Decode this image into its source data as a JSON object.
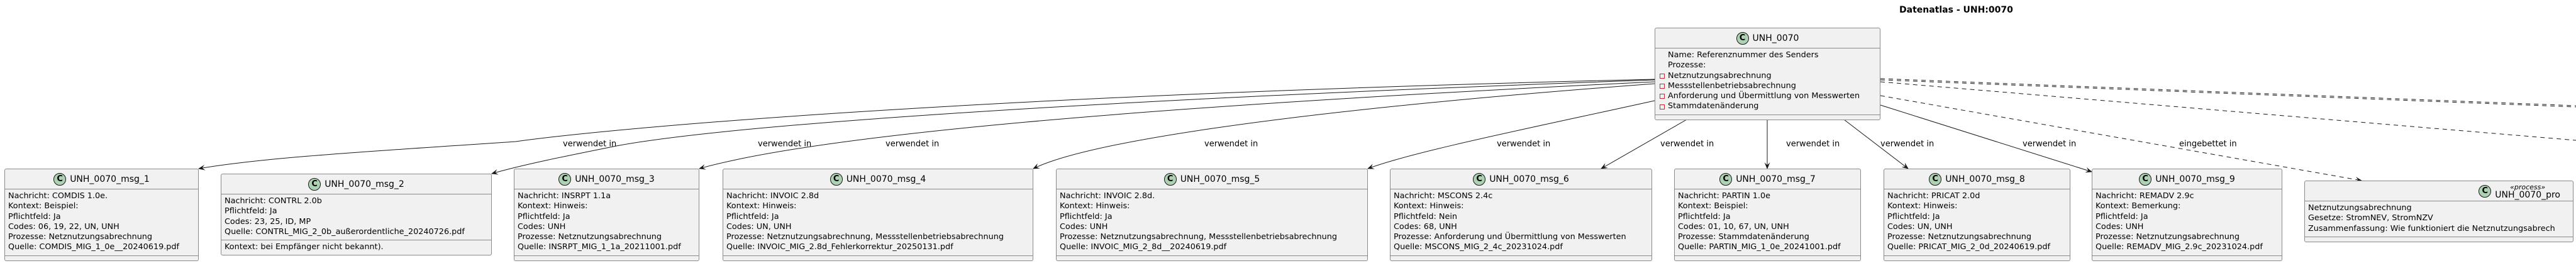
{
  "title": "Datenatlas - UNH:0070",
  "main": {
    "title": "UNH_0070",
    "fields": [
      "Name: Referenznummer des Senders",
      "Prozesse:"
    ],
    "processes": [
      "Netznutzungsabrechnung",
      "Messstellenbetriebsabrechnung",
      "Anforderung und Übermittlung von Messwerten",
      "Stammdatenänderung"
    ]
  },
  "messages": [
    {
      "title": "UNH_0070_msg_1",
      "lines": [
        "Nachricht: COMDIS 1.0e.",
        "Kontext: Beispiel:",
        "Pflichtfeld: Ja",
        "Codes: 06, 19, 22, UN, UNH",
        "Prozesse: Netznutzungsabrechnung",
        "Quelle: COMDIS_MIG_1_0e__20240619.pdf"
      ],
      "extra": []
    },
    {
      "title": "UNH_0070_msg_2",
      "lines": [
        "Nachricht: CONTRL 2.0b",
        "Pflichtfeld: Ja",
        "Codes: 23, 25, ID, MP",
        "Quelle: CONTRL_MIG_2_0b_außerordentliche_20240726.pdf"
      ],
      "extra": [
        "Kontext: bei Empfänger nicht bekannt)."
      ]
    },
    {
      "title": "UNH_0070_msg_3",
      "lines": [
        "Nachricht: INSRPT 1.1a",
        "Kontext: Hinweis:",
        "Pflichtfeld: Ja",
        "Codes: UNH",
        "Prozesse: Netznutzungsabrechnung",
        "Quelle: INSRPT_MIG_1_1a_20211001.pdf"
      ],
      "extra": []
    },
    {
      "title": "UNH_0070_msg_4",
      "lines": [
        "Nachricht: INVOIC 2.8d",
        "Kontext: Hinweis:",
        "Pflichtfeld: Ja",
        "Codes: UN, UNH",
        "Prozesse: Netznutzungsabrechnung, Messstellenbetriebsabrechnung",
        "Quelle: INVOIC_MIG_2.8d_Fehlerkorrektur_20250131.pdf"
      ],
      "extra": []
    },
    {
      "title": "UNH_0070_msg_5",
      "lines": [
        "Nachricht: INVOIC 2.8d.",
        "Kontext: Hinweis:",
        "Pflichtfeld: Ja",
        "Codes: UNH",
        "Prozesse: Netznutzungsabrechnung, Messstellenbetriebsabrechnung",
        "Quelle: INVOIC_MIG_2_8d__20240619.pdf"
      ],
      "extra": []
    },
    {
      "title": "UNH_0070_msg_6",
      "lines": [
        "Nachricht: MSCONS 2.4c",
        "Kontext: Hinweis:",
        "Pflichtfeld: Nein",
        "Codes: 68, UNH",
        "Prozesse: Anforderung und Übermittlung von Messwerten",
        "Quelle: MSCONS_MIG_2_4c_20231024.pdf"
      ],
      "extra": []
    },
    {
      "title": "UNH_0070_msg_7",
      "lines": [
        "Nachricht: PARTIN 1.0e",
        "Kontext: Beispiel:",
        "Pflichtfeld: Ja",
        "Codes: 01, 10, 67, UN, UNH",
        "Prozesse: Stammdatenänderung",
        "Quelle: PARTIN_MIG_1_0e_20241001.pdf"
      ],
      "extra": []
    },
    {
      "title": "UNH_0070_msg_8",
      "lines": [
        "Nachricht: PRICAT 2.0d",
        "Kontext: Hinweis:",
        "Pflichtfeld: Ja",
        "Codes: UN, UNH",
        "Prozesse: Netznutzungsabrechnung",
        "Quelle: PRICAT_MIG_2_0d_20240619.pdf"
      ],
      "extra": []
    },
    {
      "title": "UNH_0070_msg_9",
      "lines": [
        "Nachricht: REMADV 2.9c",
        "Kontext: Bemerkung:",
        "Pflichtfeld: Ja",
        "Codes: UNH",
        "Prozesse: Netznutzungsabrechnung",
        "Quelle: REMADV_MIG_2.9c_20231024.pdf"
      ],
      "extra": []
    }
  ],
  "process_box": {
    "stereotype": "«process»",
    "title": "UNH_0070_pro",
    "lines": [
      "Netznutzungsabrechnung",
      "Gesetze: StromNEV, StromNZV",
      "Zusammenfassung: Wie funktioniert die Netznutzungsabrech"
    ]
  },
  "edge_labels": [
    "verwendet in",
    "verwendet in",
    "verwendet in",
    "verwendet in",
    "verwendet in",
    "verwendet in",
    "verwendet in",
    "verwendet in",
    "verwendet in",
    "eingebettet in"
  ],
  "colors": {
    "class_circle": "#add1b2",
    "box_fill": "#f1f1f1",
    "process_marker": "#c82930"
  }
}
